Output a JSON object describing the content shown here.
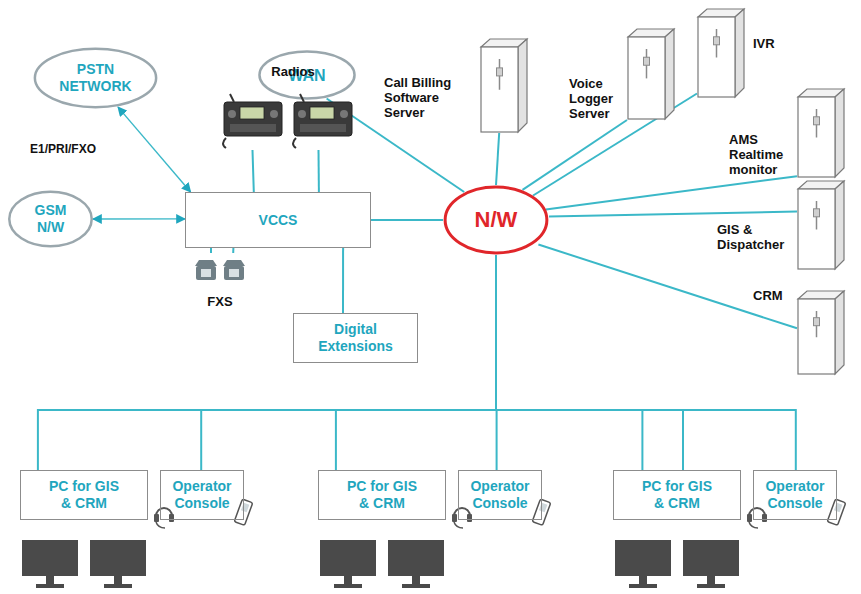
{
  "diagram": {
    "nodes": [
      {
        "text": [
          "PSTN NETWORK"
        ]
      },
      {
        "text": [
          "WAN"
        ]
      },
      {
        "text": [
          "Call Billing Software Server"
        ]
      },
      {
        "text": [
          "Voice Logger Server"
        ]
      },
      {
        "text": [
          "IVR"
        ]
      },
      {
        "text": [
          "Radios"
        ]
      },
      {
        "text": [
          "AMS Realtime monitor"
        ]
      },
      {
        "text": [
          "GSM N/W"
        ]
      },
      {
        "text": [
          "VCCS"
        ]
      },
      {
        "text": [
          "N/W"
        ]
      },
      {
        "text": [
          "GIS & Dispatcher"
        ]
      },
      {
        "text": [
          "FXS"
        ]
      },
      {
        "text": [
          "Digital Extensions"
        ]
      },
      {
        "text": [
          "CRM"
        ]
      },
      {
        "text": [
          "PC for GIS & CRM"
        ]
      },
      {
        "text": [
          "Operator Console"
        ]
      },
      {
        "text": [
          "PC for GIS & CRM"
        ]
      },
      {
        "text": [
          "Operator Console"
        ]
      },
      {
        "text": [
          "PC for GIS & CRM"
        ]
      },
      {
        "text": [
          "Operator Console"
        ]
      }
    ],
    "edges": [
      {
        "from": 0,
        "to": 8,
        "arrow": "both",
        "label": "E1/PRI/FXO"
      },
      {
        "from": 7,
        "to": 8,
        "arrow": "both"
      },
      {
        "from": 8,
        "to": 5,
        "arrow": "none"
      },
      {
        "from": 8,
        "to": 5,
        "arrow": "none"
      },
      {
        "from": 8,
        "to": 11,
        "arrow": "none"
      },
      {
        "from": 8,
        "to": 11,
        "arrow": "none"
      },
      {
        "from": 8,
        "to": 12,
        "arrow": "none"
      },
      {
        "from": 8,
        "to": 9,
        "arrow": "none"
      },
      {
        "from": 1,
        "to": 9,
        "arrow": "none"
      },
      {
        "from": 9,
        "to": 2,
        "arrow": "none"
      },
      {
        "from": 9,
        "to": 3,
        "arrow": "none"
      },
      {
        "from": 9,
        "to": 4,
        "arrow": "none"
      },
      {
        "from": 9,
        "to": 6,
        "arrow": "none"
      },
      {
        "from": 9,
        "to": 10,
        "arrow": "none"
      },
      {
        "from": 9,
        "to": 13,
        "arrow": "none"
      },
      {
        "from": 9,
        "to": 14,
        "arrow": "none"
      },
      {
        "from": 9,
        "to": 15,
        "arrow": "none"
      },
      {
        "from": 9,
        "to": 16,
        "arrow": "none"
      },
      {
        "from": 9,
        "to": 17,
        "arrow": "none"
      },
      {
        "from": 9,
        "to": 18,
        "arrow": "none"
      },
      {
        "from": 9,
        "to": 19,
        "arrow": "none"
      }
    ]
  }
}
